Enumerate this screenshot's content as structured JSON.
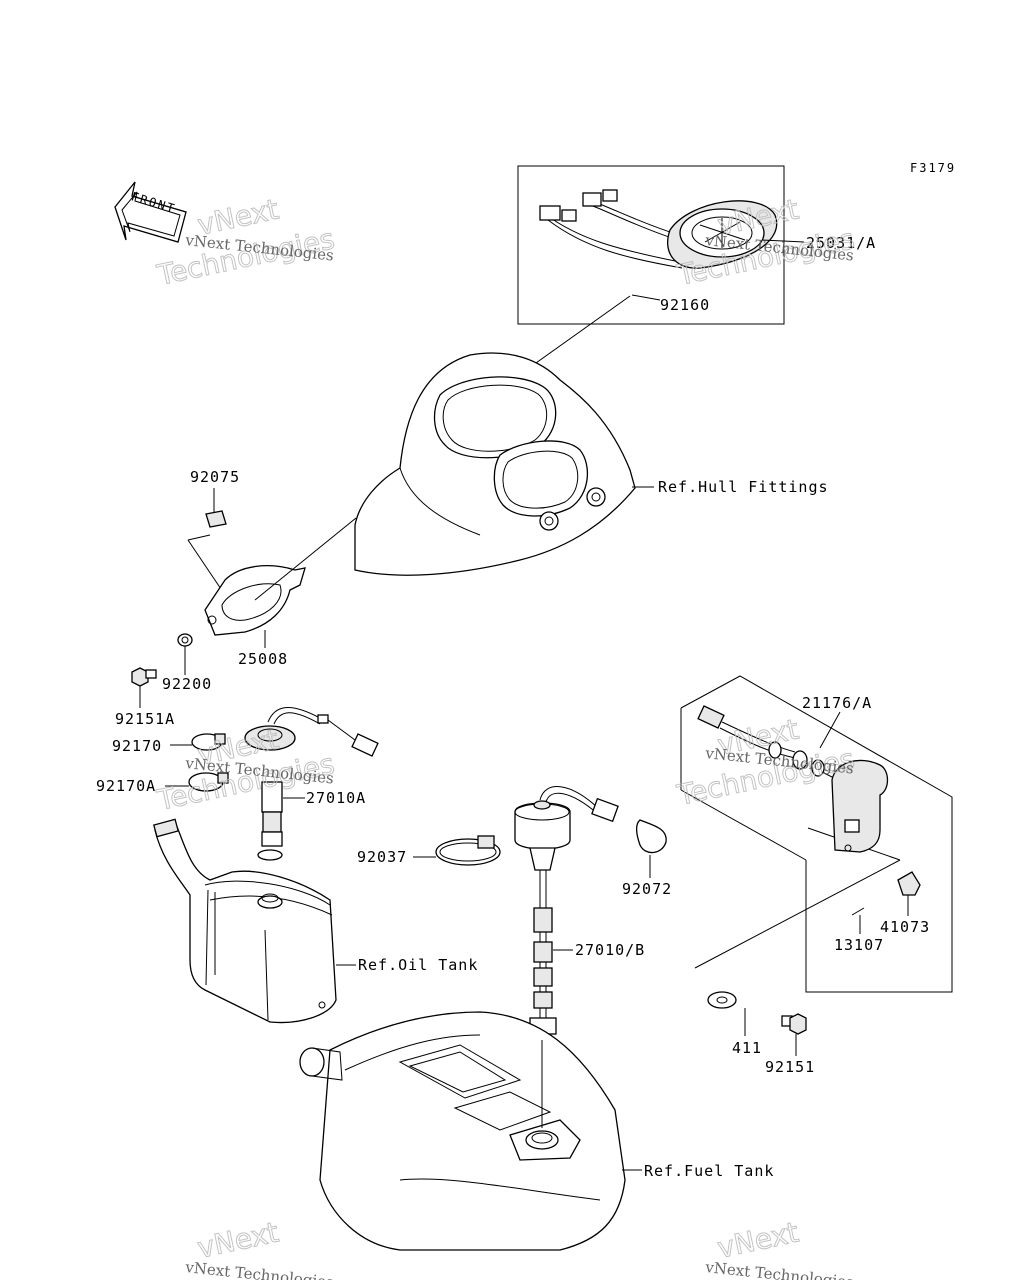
{
  "figure_code": "F3179",
  "front_label": "FRONT",
  "watermark": {
    "line1": "vNext",
    "line2": "Technologies",
    "full": "vNext Technologies"
  },
  "parts": {
    "p25031A": "25031/A",
    "p92160": "92160",
    "p92075": "92075",
    "p25008": "25008",
    "p92200": "92200",
    "p92151A": "92151A",
    "p92170": "92170",
    "p92170A": "92170A",
    "p27010A": "27010A",
    "p92037": "92037",
    "p92072": "92072",
    "p27010B": "27010/B",
    "p21176A": "21176/A",
    "p41073": "41073",
    "p13107": "13107",
    "p411": "411",
    "p92151": "92151"
  },
  "refs": {
    "hull": "Ref.Hull Fittings",
    "oil": "Ref.Oil Tank",
    "fuel": "Ref.Fuel Tank"
  }
}
